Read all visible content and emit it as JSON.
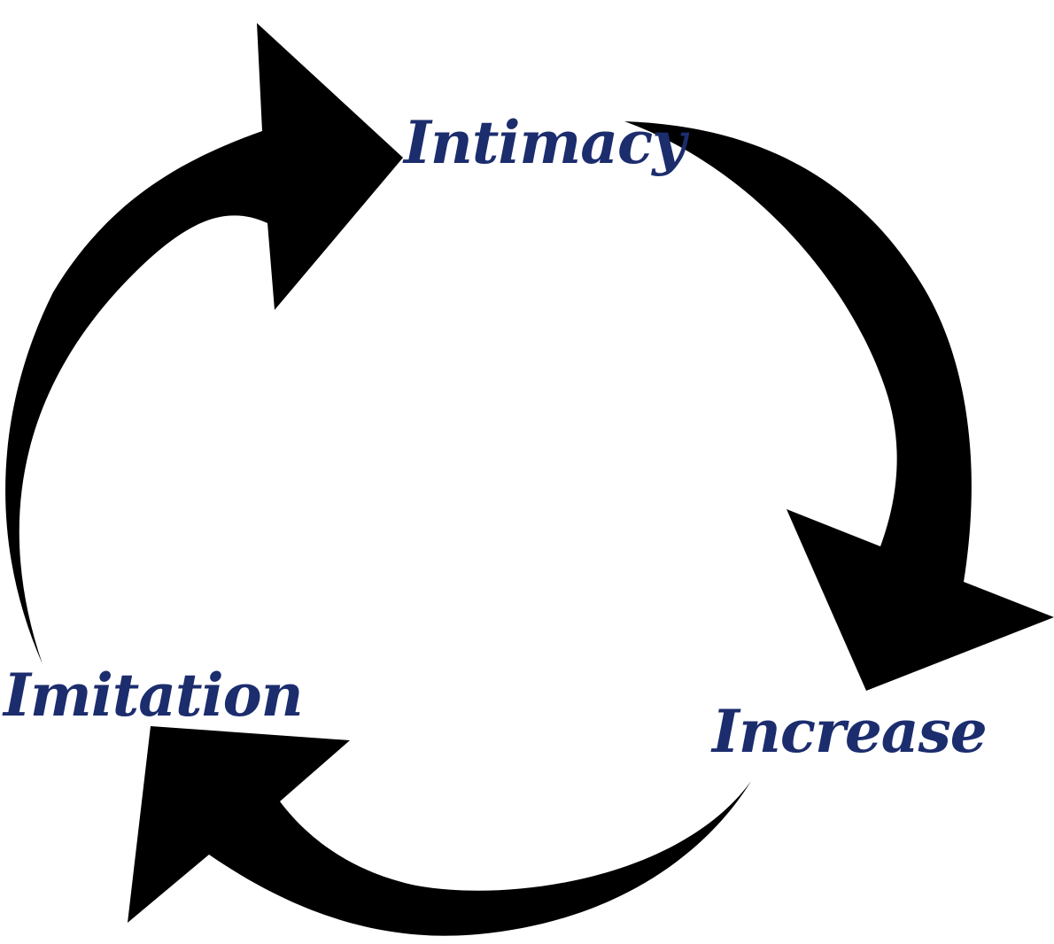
{
  "diagram": {
    "type": "cycle",
    "nodes": [
      {
        "id": "intimacy",
        "label": "Intimacy"
      },
      {
        "id": "increase",
        "label": "Increase"
      },
      {
        "id": "imitation",
        "label": "Imitation"
      }
    ],
    "edges": [
      {
        "from": "imitation",
        "to": "intimacy"
      },
      {
        "from": "intimacy",
        "to": "increase"
      },
      {
        "from": "increase",
        "to": "imitation"
      }
    ]
  },
  "colors": {
    "background": "#ffffff",
    "arrow": "#000000",
    "label": "#1c2d6e"
  }
}
